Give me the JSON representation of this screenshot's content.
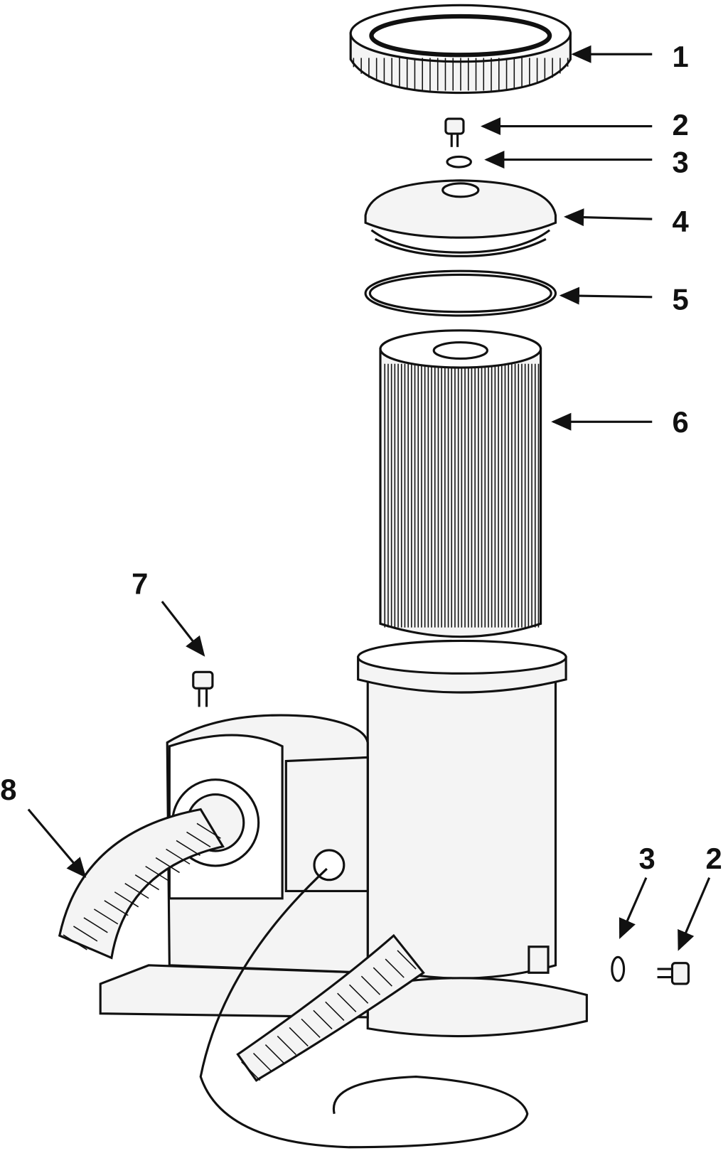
{
  "diagram": {
    "type": "exploded-parts-diagram",
    "callouts": [
      {
        "label": "1",
        "part": "filter-housing-lock-ring"
      },
      {
        "label": "2",
        "part": "air-release-valve"
      },
      {
        "label": "3",
        "part": "o-ring"
      },
      {
        "label": "4",
        "part": "filter-housing-cover"
      },
      {
        "label": "5",
        "part": "housing-o-ring"
      },
      {
        "label": "6",
        "part": "filter-cartridge"
      },
      {
        "label": "7",
        "part": "pump-air-release-valve"
      },
      {
        "label": "8",
        "part": "hose"
      },
      {
        "label": "3",
        "part": "drain-plug-o-ring"
      },
      {
        "label": "2",
        "part": "drain-plug"
      }
    ],
    "colors": {
      "ink": "#111111",
      "fill": "#f4f4f4",
      "background": "#ffffff"
    }
  }
}
